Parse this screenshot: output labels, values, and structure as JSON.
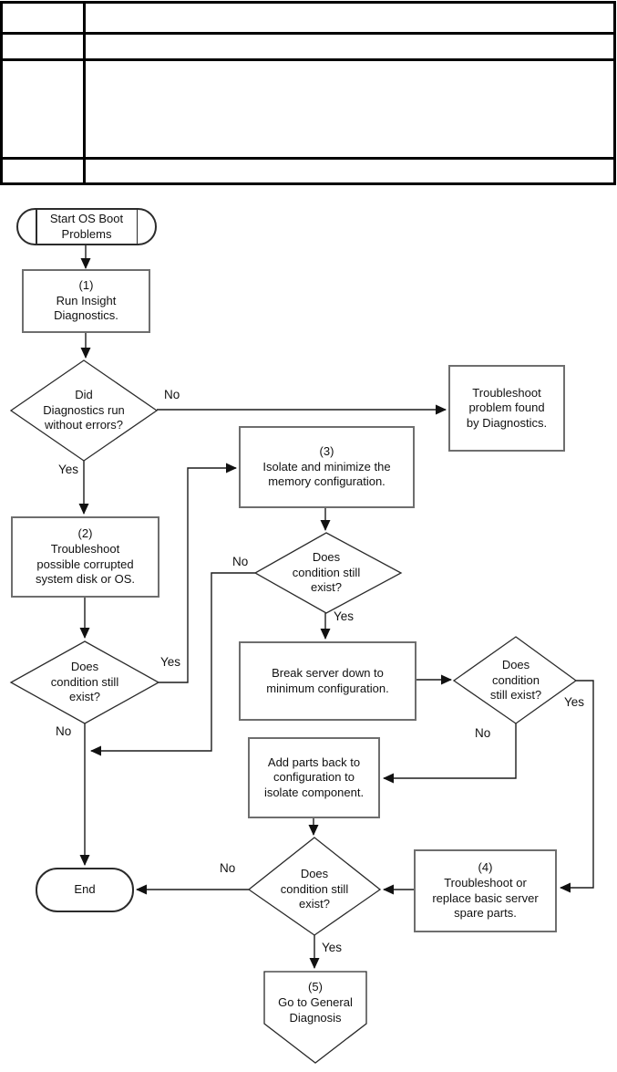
{
  "table": {
    "rows": [
      [
        "",
        ""
      ],
      [
        "",
        ""
      ],
      [
        "",
        ""
      ],
      [
        "",
        ""
      ]
    ]
  },
  "fc": {
    "terminators": {
      "start": "Start OS Boot\nProblems",
      "end": "End"
    },
    "process": {
      "run_diag": "(1)\nRun Insight\nDiagnostics.",
      "ts_diag": "Troubleshoot\nproblem found\nby Diagnostics.",
      "ts_disk": "(2)\nTroubleshoot\npossible corrupted\nsystem disk or OS.",
      "isolate_mem": "(3)\nIsolate and minimize the\nmemory configuration.",
      "break_server": "Break server down to\nminimum configuration.",
      "add_parts": "Add parts back to\nconfiguration to\nisolate component.",
      "ts_spare": "(4)\nTroubleshoot or\nreplace basic server\nspare parts."
    },
    "offpage": {
      "general_diag": "(5)\nGo to General\nDiagnosis"
    },
    "decisions": {
      "diag_errors": "Did\nDiagnostics run\nwithout errors?",
      "cond1": "Does\ncondition still\nexist?",
      "cond2": "Does\ncondition still\nexist?",
      "cond3": "Does\ncondition\nstill exist?",
      "cond4": "Does\ncondition still\nexist?"
    },
    "labels": {
      "yes": "Yes",
      "no": "No"
    },
    "colors": {
      "line": "#1c1c1c",
      "box_border": "#6e6e6e",
      "shape_border": "#2b2b2b",
      "table_border": "#000000"
    }
  }
}
